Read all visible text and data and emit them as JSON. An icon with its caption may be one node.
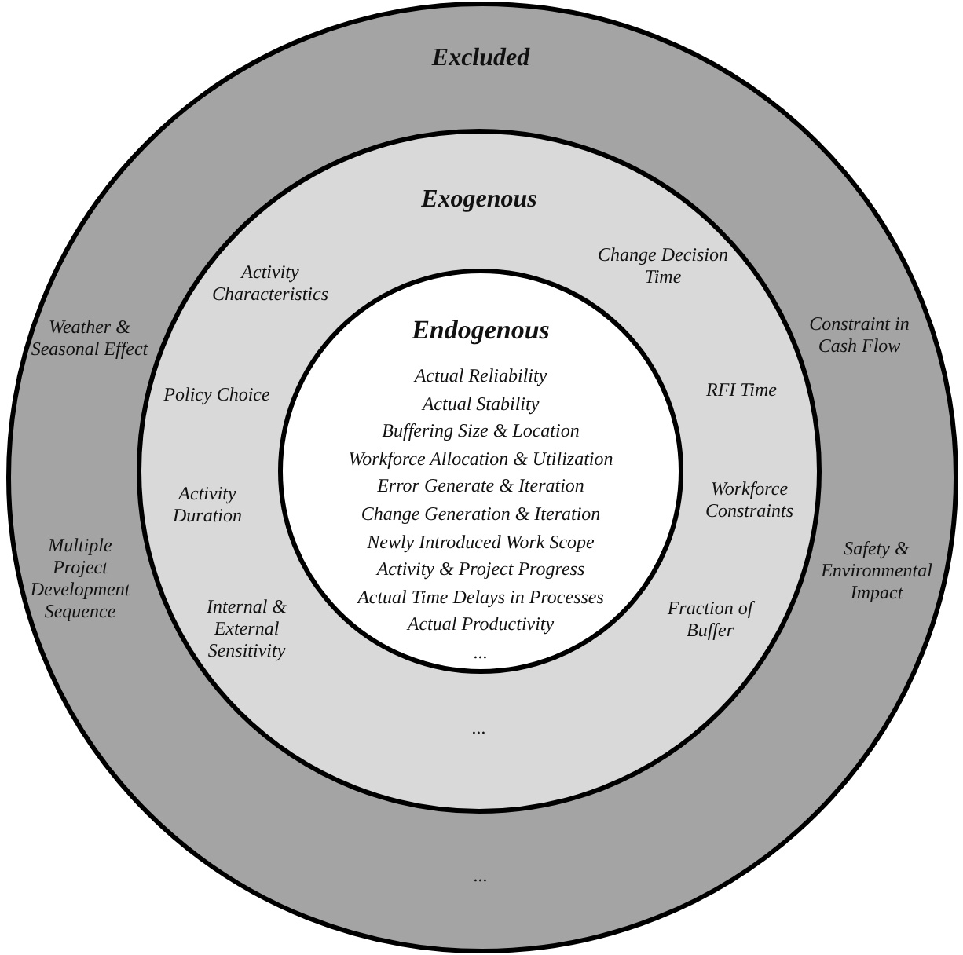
{
  "diagram": {
    "nodes": [
      {
        "text": [
          "Excluded",
          "Weather & Seasonal Effect",
          "Constraint in Cash Flow",
          "Multiple Project Development Sequence",
          "Safety & Environmental Impact",
          "..."
        ]
      },
      {
        "text": [
          "Exogenous",
          "Activity Characteristics",
          "Change Decision Time",
          "Policy Choice",
          "RFI Time",
          "Activity Duration",
          "Workforce Constraints",
          "Internal & External Sensitivity",
          "Fraction of Buffer",
          "..."
        ],
        "in": 0
      },
      {
        "text": [
          "Endogenous",
          "Actual Reliability",
          "Actual Stability",
          "Buffering Size & Location",
          "Workforce Allocation & Utilization",
          "Error Generate & Iteration",
          "Change Generation & Iteration",
          "Newly Introduced Work Scope",
          "Activity & Project Progress",
          "Actual Time Delays in Processes",
          "Actual Productivity",
          "..."
        ],
        "in": 1
      }
    ]
  }
}
